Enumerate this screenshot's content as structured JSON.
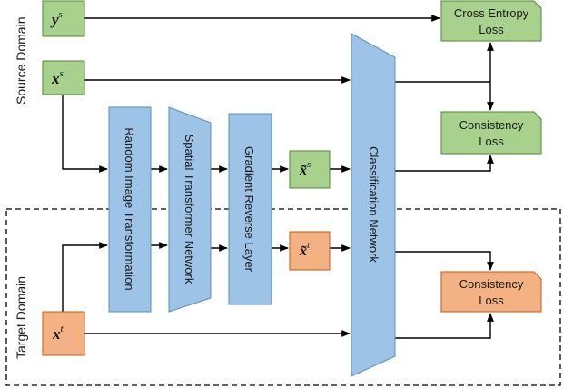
{
  "domains": {
    "source": "Source Domain",
    "target": "Target Domain"
  },
  "inputs": {
    "ys": {
      "base": "y",
      "sup": "s"
    },
    "xs": {
      "base": "x",
      "sup": "s"
    },
    "xt": {
      "base": "x",
      "sup": "t"
    },
    "xs_tilde": {
      "base": "x̃",
      "sup": "s"
    },
    "xt_tilde": {
      "base": "x̃",
      "sup": "t"
    }
  },
  "modules": {
    "random_image_transformation": "Random Image Transformation",
    "spatial_transformer_network": "Spatial Transformer Network",
    "gradient_reverse_layer": "Gradient Reverse Layer",
    "classification_network": "Classification Network"
  },
  "losses": {
    "cross_entropy": {
      "line1": "Cross Entropy",
      "line2": "Loss"
    },
    "consistency_source": {
      "line1": "Consistency",
      "line2": "Loss"
    },
    "consistency_target": {
      "line1": "Consistency",
      "line2": "Loss"
    }
  },
  "colors": {
    "green_fill": "#a9d18e",
    "green_stroke": "#548235",
    "orange_fill": "#f4b183",
    "orange_stroke": "#c55a11",
    "blue_fill": "#9dc3e6",
    "blue_stroke": "#5b8ec4",
    "dashed_border": "#000000"
  }
}
